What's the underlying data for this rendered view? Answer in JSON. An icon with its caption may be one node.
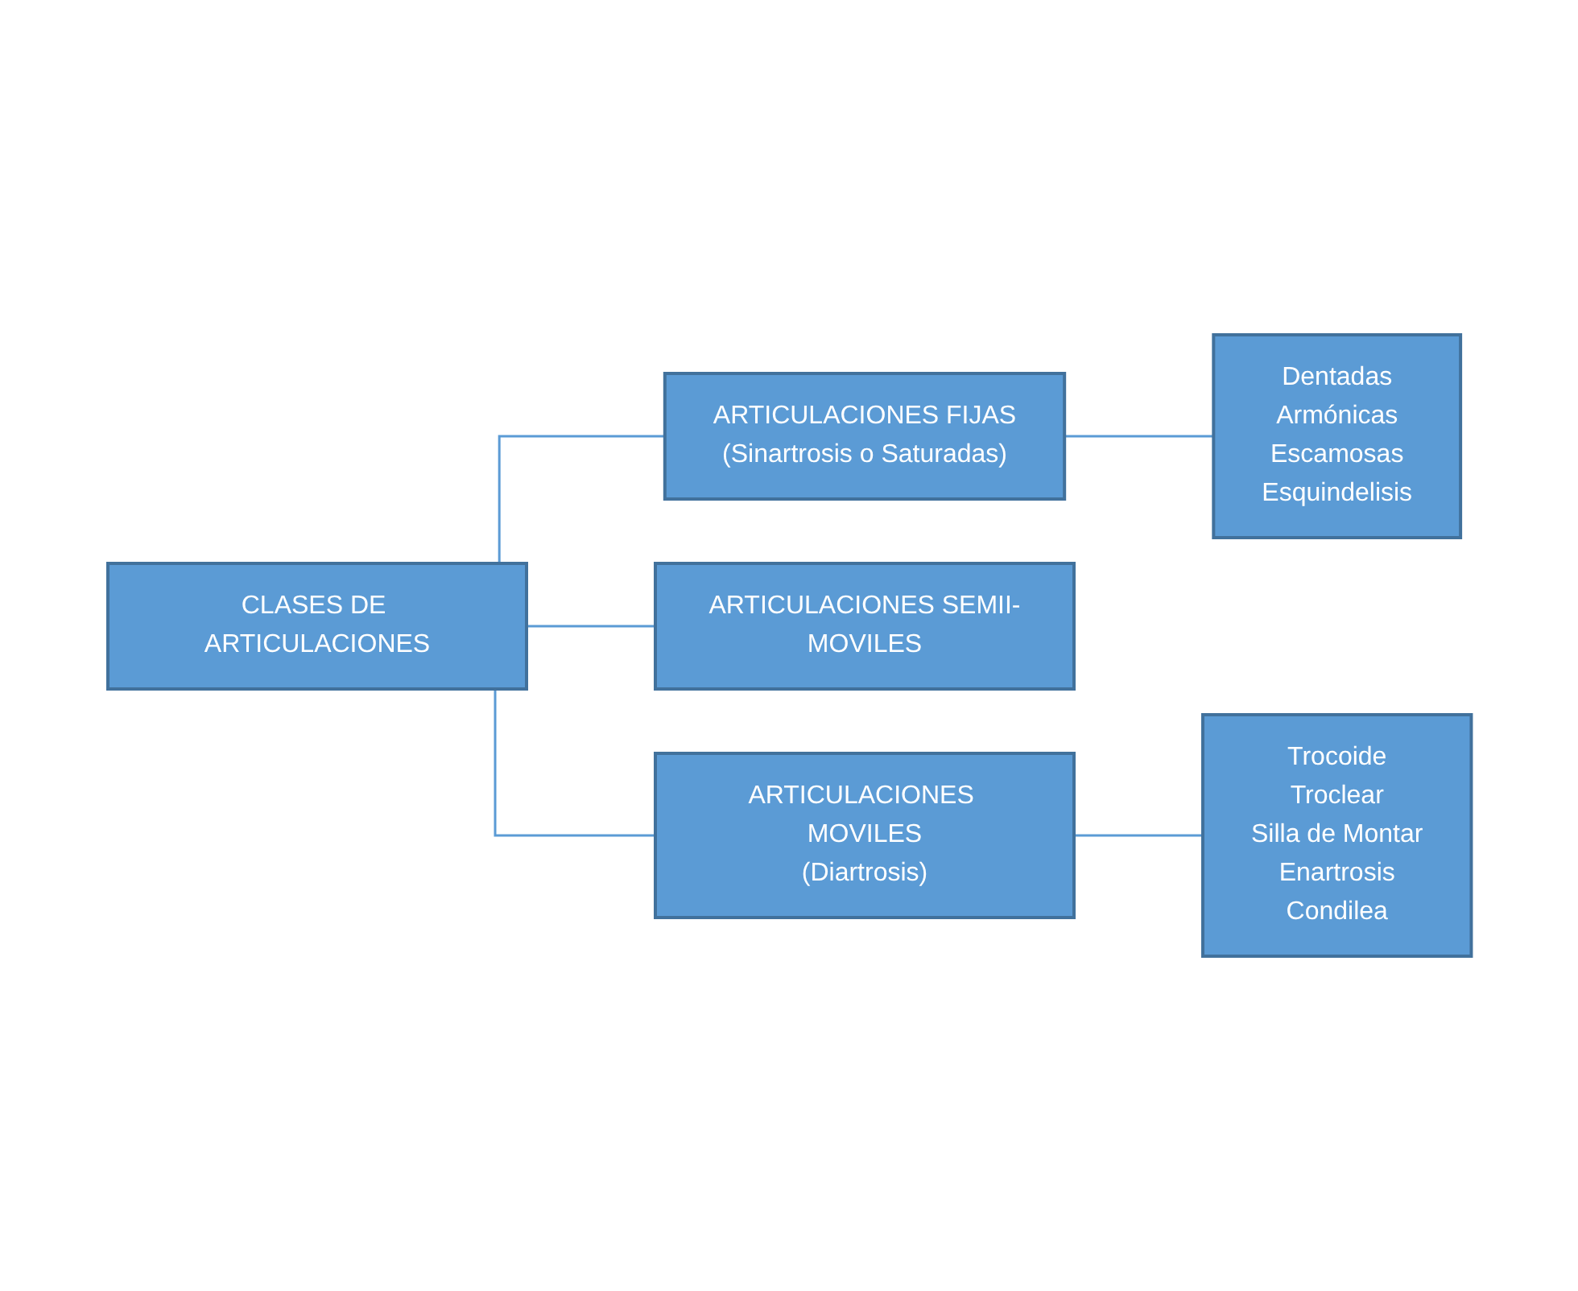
{
  "diagram": {
    "nodes": [
      {
        "text": [
          "CLASES DE ARTICULACIONES"
        ]
      },
      {
        "text": [
          "ARTICULACIONES FIJAS",
          "(Sinartrosis o Saturadas)"
        ]
      },
      {
        "text": [
          "Dentadas",
          "Armónicas",
          "Escamosas",
          "Esquindelisis"
        ]
      },
      {
        "text": [
          "ARTICULACIONES SEMII-MOVILES"
        ]
      },
      {
        "text": [
          "ARTICULACIONES MOVILES",
          "(Diartrosis)"
        ]
      },
      {
        "text": [
          "Trocoide",
          "Troclear",
          "Silla de Montar",
          "Enartrosis",
          "Condilea"
        ]
      }
    ],
    "edges": [
      {
        "from": 0,
        "to": 1,
        "arrow": "none"
      },
      {
        "from": 0,
        "to": 3,
        "arrow": "none"
      },
      {
        "from": 0,
        "to": 4,
        "arrow": "none"
      },
      {
        "from": 1,
        "to": 2,
        "arrow": "none"
      },
      {
        "from": 4,
        "to": 5,
        "arrow": "none"
      }
    ]
  }
}
